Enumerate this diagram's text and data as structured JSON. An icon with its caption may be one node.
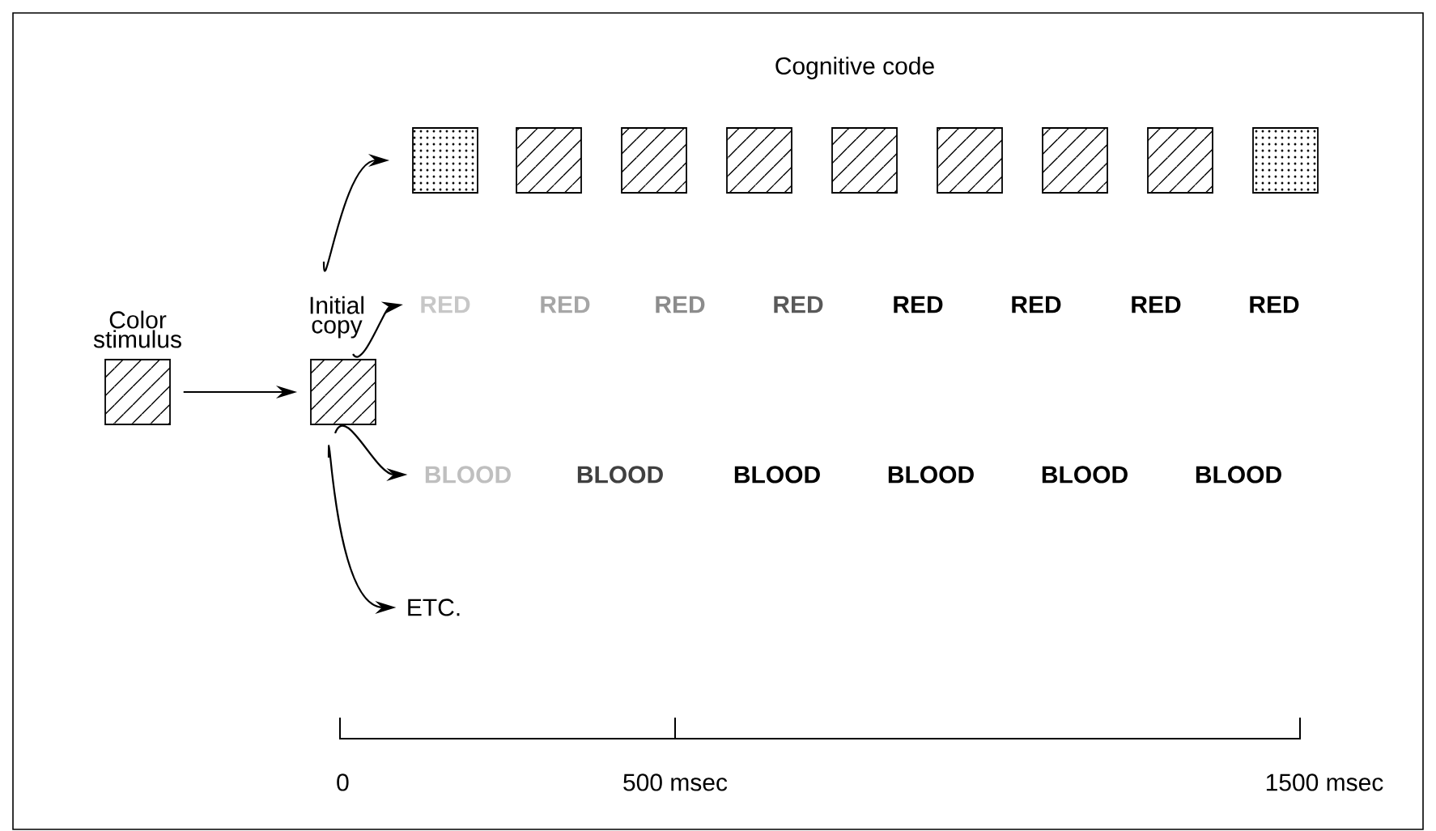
{
  "diagram": {
    "nodes": [
      {
        "text": [
          "Color stimulus"
        ]
      },
      {
        "text": [
          "Initial copy"
        ]
      },
      {
        "text": [],
        "shape": "box"
      },
      {
        "text": [],
        "shape": "box"
      },
      {
        "text": [],
        "shape": "box"
      },
      {
        "text": [],
        "shape": "box"
      },
      {
        "text": [],
        "shape": "box"
      },
      {
        "text": [],
        "shape": "box"
      },
      {
        "text": [],
        "shape": "box"
      },
      {
        "text": [],
        "shape": "box"
      },
      {
        "text": [],
        "shape": "box"
      },
      {
        "text": [
          "RED"
        ]
      },
      {
        "text": [
          "BLOOD"
        ]
      },
      {
        "text": [
          "ETC."
        ]
      }
    ],
    "edges": [
      {
        "from": 0,
        "to": 1,
        "arrow": "to"
      },
      {
        "from": 1,
        "to": 2,
        "arrow": "to"
      },
      {
        "from": 1,
        "to": 11,
        "arrow": "to"
      },
      {
        "from": 1,
        "to": 12,
        "arrow": "to"
      },
      {
        "from": 1,
        "to": 13,
        "arrow": "to"
      }
    ],
    "labels": [
      "Cognitive code",
      "RED",
      "RED",
      "RED",
      "RED",
      "RED",
      "RED",
      "RED",
      "BLOOD",
      "BLOOD",
      "BLOOD",
      "BLOOD",
      "BLOOD",
      "0",
      "500 msec",
      "1500 msec"
    ]
  }
}
